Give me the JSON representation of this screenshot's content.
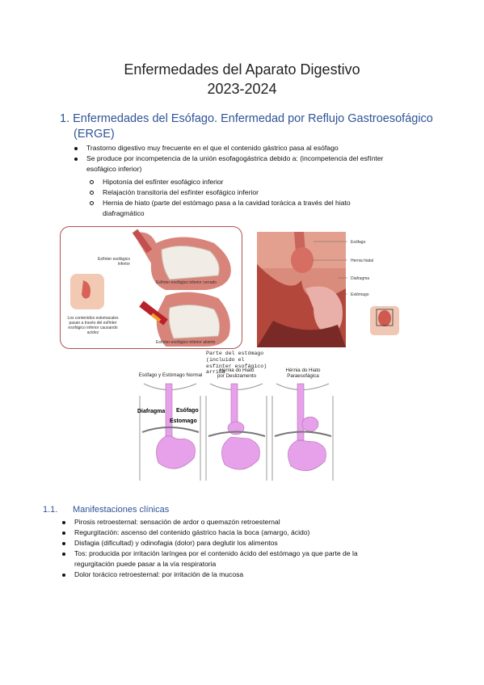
{
  "doc": {
    "title_line1": "Enfermedades del Aparato Digestivo",
    "title_line2": "2023-2024"
  },
  "section1": {
    "heading_line1": "1.  Enfermedades del Esófago. Enfermedad por Reflujo Gastroesofágico",
    "heading_line2": "(ERGE)",
    "bullets": [
      "Trastorno digestivo muy frecuente en el que el contenido gástrico pasa al esófago",
      "Se produce por incompetencia de la unión esofagogástrica debido a: (incompetencia del esfínter",
      "esofágico inferior)"
    ],
    "sub_bullets": [
      "Hipotonía del esfínter esofágico inferior",
      "Relajación transitoria del esfínter esofágico inferior",
      "Hernia de hiato (parte del estómago pasa a la cavidad torácica a través del hiato",
      "diafragmático"
    ]
  },
  "figure1": {
    "label_esfinter": "Esfínter esofágico inferior",
    "label_cerrado": "Esfínter esofágico inferior cerrado",
    "label_contenidos": "Los contenidos estomacales pasan a través del esfínter esofágico inferior causando acidez",
    "label_abierto": "Esfínter esofágico inferior abierto"
  },
  "figure2": {
    "labels": [
      "Esófago",
      "Hernia hiatal",
      "Diafragma",
      "Estómago"
    ]
  },
  "figure3": {
    "annotation_line1": "Parte del estómago",
    "annotation_line2": "(incluido el",
    "annotation_line3": "esfinter esofágico)",
    "annotation_line4": "arriba",
    "col1_title": "Esófago y Estómago Normal",
    "col2_title_line1": "Hernia do Hiato",
    "col2_title_line2": "por Deslizamento",
    "col3_title_line1": "Hérnia do Hiato",
    "col3_title_line2": "Paraesofágica",
    "label_diafragma": "Diafragma",
    "label_esofago": "Esófago",
    "label_estomago": "Estomago"
  },
  "section11": {
    "number": "1.1.",
    "heading": "Manifestaciones clínicas",
    "bullets": [
      "Pirosis retroesternal: sensación de ardor o quemazón retroesternal",
      "Regurgitación: ascenso del contenido gástrico hacia la boca (amargo, ácido)",
      "Disfagia (dificultad) y odinofagia (dolor) para deglutir los alimentos",
      "Tos: producida por irritación laríngea por el contenido ácido del estómago ya que parte de la",
      "regurgitación puede pasar a la vía respiratoria",
      "Dolor torácico retroesternal: por irritación de la mucosa"
    ]
  },
  "colors": {
    "heading_blue": "#2f5496",
    "figure_border": "#b05050",
    "tissue_pink": "#e9a6b0",
    "stomach_violet": "#e7a0ea"
  }
}
